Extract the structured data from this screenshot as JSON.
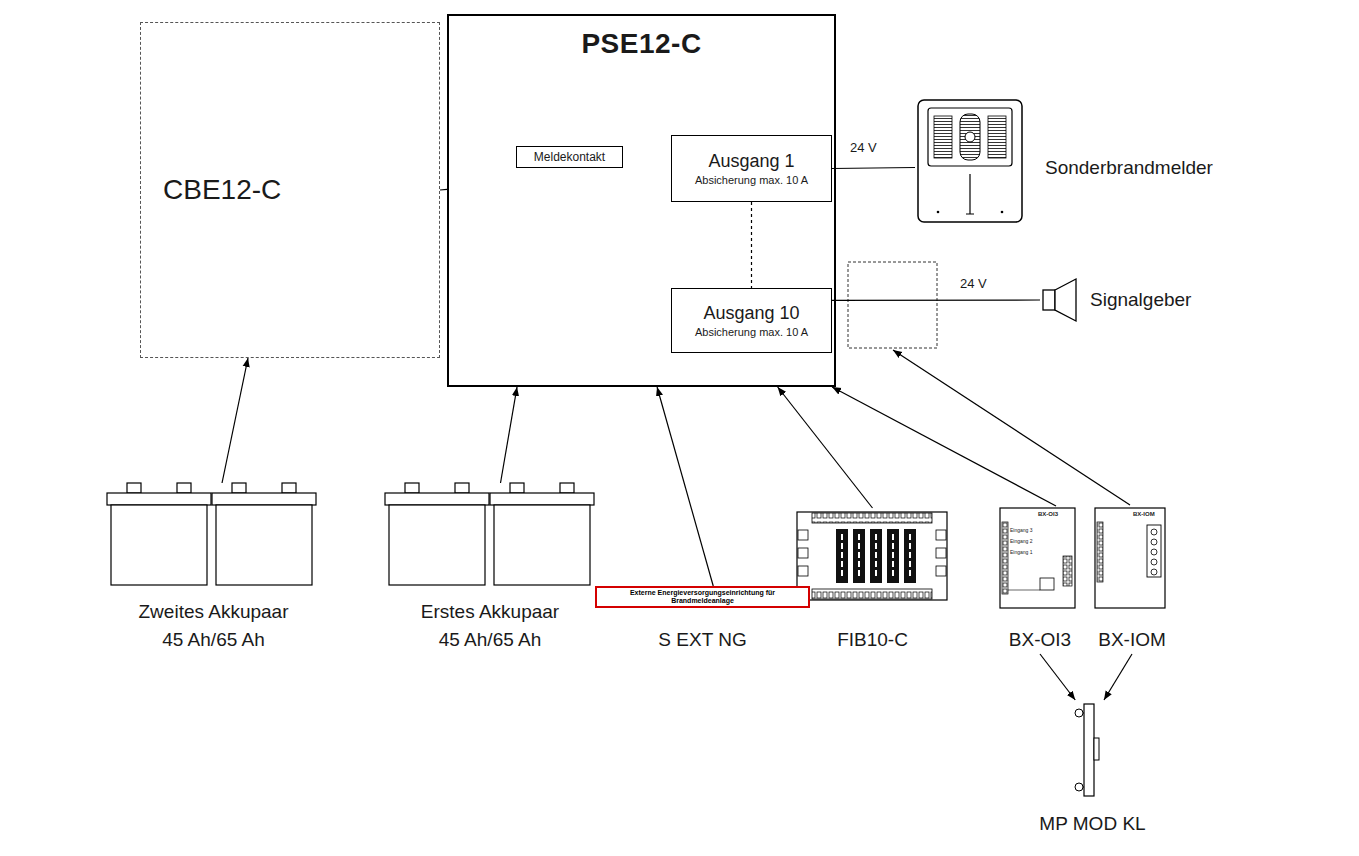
{
  "diagram": {
    "nodes": [
      {
        "text": [
          "CBE12-C"
        ]
      },
      {
        "text": [
          "PSE12-C"
        ]
      },
      {
        "text": [
          "Meldekontakt"
        ],
        "in": 1
      },
      {
        "text": [
          "Ausgang 1",
          "Absicherung max. 10 A"
        ],
        "in": 1
      },
      {
        "text": [
          "Ausgang 10",
          "Absicherung max. 10 A"
        ],
        "in": 1
      },
      {
        "text": [
          "Sonderbrandmelder"
        ]
      },
      {
        "text": [
          "Signalgeber"
        ]
      },
      {
        "text": [
          "Zweites Akkupaar 45 Ah/65 Ah"
        ]
      },
      {
        "text": [
          "Erstes Akkupaar 45 Ah/65 Ah"
        ]
      },
      {
        "text": [
          "Externe Energieversorgungseinrichtung für Brandmeldeanlage",
          "S EXT NG"
        ]
      },
      {
        "text": [
          "FIB10-C"
        ]
      },
      {
        "text": [
          "BX-OI3"
        ]
      },
      {
        "text": [
          "BX-IOM"
        ]
      },
      {
        "text": [
          "MP MOD KL"
        ]
      }
    ],
    "edges": [
      {
        "from": 0,
        "to": 1,
        "arrow": "none"
      },
      {
        "from": 3,
        "to": 5,
        "label": "24 V",
        "arrow": "none"
      },
      {
        "from": 3,
        "to": 4,
        "arrow": "none"
      },
      {
        "from": 4,
        "to": 6,
        "label": "24 V",
        "arrow": "none"
      },
      {
        "from": 7,
        "to": 0,
        "arrow": "to"
      },
      {
        "from": 8,
        "to": 1,
        "arrow": "to"
      },
      {
        "from": 9,
        "to": 1,
        "arrow": "to"
      },
      {
        "from": 10,
        "to": 1,
        "arrow": "to"
      },
      {
        "from": 11,
        "to": 1,
        "arrow": "to"
      },
      {
        "from": 11,
        "to": 13,
        "arrow": "to"
      },
      {
        "from": 12,
        "to": 13,
        "arrow": "to"
      }
    ],
    "labels": [
      "BX-OI3",
      "Eingang 3",
      "Eingang 2",
      "Eingang 1",
      "BX-IOM"
    ]
  }
}
